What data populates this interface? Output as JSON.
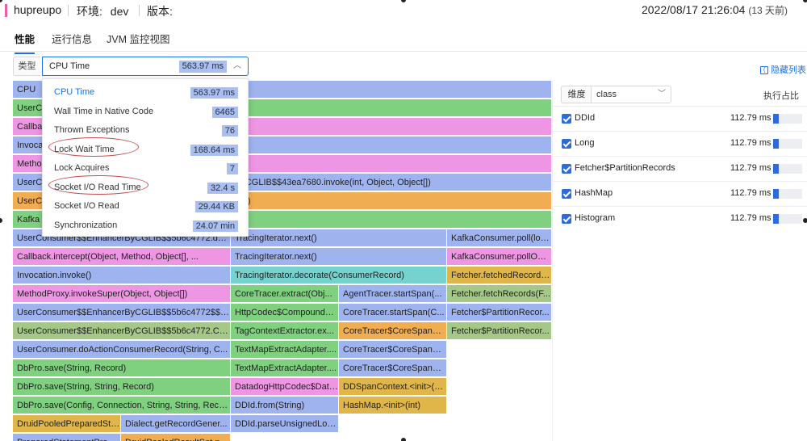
{
  "header": {
    "app_name": "hupreupo",
    "env_label": "环境:",
    "env_value": "dev",
    "version_label": "版本:",
    "timestamp": "2022/08/17 21:26:04",
    "time_ago": "(13 天前)"
  },
  "tabs": [
    {
      "label": "性能",
      "active": true
    },
    {
      "label": "运行信息",
      "active": false
    },
    {
      "label": "JVM 监控视图",
      "active": false
    }
  ],
  "type_filter": {
    "label": "类型",
    "selected": "CPU Time",
    "selected_value": "563.97 ms"
  },
  "hide_list_label": "隐藏列表",
  "dropdown": {
    "options": [
      {
        "label": "CPU Time",
        "value": "563.97 ms",
        "selected": true
      },
      {
        "label": "Wall Time in Native Code",
        "value": "6465"
      },
      {
        "label": "Thrown Exceptions",
        "value": "76"
      },
      {
        "label": "Lock Wait Time",
        "value": "168.64 ms",
        "circled": true
      },
      {
        "label": "Lock Acquires",
        "value": "7"
      },
      {
        "label": "Socket I/O Read Time",
        "value": "32.4 s",
        "circled": true
      },
      {
        "label": "Socket I/O Read",
        "value": "29.44 KB"
      },
      {
        "label": "Synchronization",
        "value": "24.07 min"
      }
    ]
  },
  "colors": {
    "blue": "#9fb3ef",
    "green": "#7fd07f",
    "pink": "#ee95e4",
    "orange": "#f1ad52",
    "teal": "#76d2cf",
    "olive": "#a5c787",
    "yellow": "#e0b64a",
    "accent": "#1a73e8"
  },
  "flame": {
    "frames": [
      {
        "label": "CPU",
        "col": 0,
        "row": 0,
        "span": 2,
        "color": "blue"
      },
      {
        "label": "UserCo",
        "col": 0,
        "row": 1,
        "span": 2,
        "color": "green"
      },
      {
        "label": "Callba",
        "col": 0,
        "row": 2,
        "span": 2,
        "color": "pink"
      },
      {
        "label": "Invoca",
        "col": 0,
        "row": 3,
        "span": 2,
        "color": "blue"
      },
      {
        "label": "Metho",
        "col": 0,
        "row": 4,
        "span": 2,
        "color": "pink"
      },
      {
        "label": "UserCo",
        "col": 0,
        "row": 5,
        "span": 1,
        "color": "blue"
      },
      {
        "label": "ByCGLIB$$43ea7680.invoke(int, Object, Object[])",
        "col": 1,
        "row": 5,
        "span": 1,
        "color": "blue"
      },
      {
        "label": "UserCo",
        "col": 0,
        "row": 6,
        "span": 1,
        "color": "orange"
      },
      {
        "label": "14()",
        "col": 1,
        "row": 6,
        "span": 1,
        "color": "orange"
      },
      {
        "label": "Kafka",
        "col": 0,
        "row": 7,
        "span": 2,
        "color": "green"
      },
      {
        "label": "UserConsumer$$EnhancerByCGLIB$$5b6c4772.doAct...",
        "col": 0,
        "row": 8,
        "span": 1,
        "color": "blue"
      },
      {
        "label": "TracingIterator.next()",
        "col": 1,
        "row": 8,
        "span": 1,
        "color": "blue"
      },
      {
        "label": "KafkaConsumer.poll(long)",
        "col": 3,
        "row": 8,
        "span": 1,
        "color": "blue"
      },
      {
        "label": "Callback.intercept(Object, Method, Object[], ...",
        "col": 0,
        "row": 9,
        "span": 1,
        "color": "pink"
      },
      {
        "label": "TracingIterator.next()",
        "col": 1,
        "row": 9,
        "span": 1,
        "color": "blue"
      },
      {
        "label": "KafkaConsumer.pollOnce...",
        "col": 3,
        "row": 9,
        "span": 1,
        "color": "pink"
      },
      {
        "label": "Invocation.invoke()",
        "col": 0,
        "row": 10,
        "span": 1,
        "color": "blue"
      },
      {
        "label": "TracingIterator.decorate(ConsumerRecord)",
        "col": 1,
        "row": 10,
        "span": 1,
        "color": "teal"
      },
      {
        "label": "Fetcher.fetchedRecords()",
        "col": 3,
        "row": 10,
        "span": 1,
        "color": "yellow"
      },
      {
        "label": "MethodProxy.invokeSuper(Object, Object[])",
        "col": 0,
        "row": 11,
        "span": 1,
        "color": "pink"
      },
      {
        "label": "CoreTracer.extract(Obj...",
        "col": 1,
        "row": 11,
        "span": 1,
        "color": "green"
      },
      {
        "label": "AgentTracer.startSpan(...",
        "col": 2,
        "row": 11,
        "span": 1,
        "color": "blue"
      },
      {
        "label": "Fetcher.fetchRecords(F...",
        "col": 3,
        "row": 11,
        "span": 1,
        "color": "olive"
      },
      {
        "label": "UserConsumer$$EnhancerByCGLIB$$5b6c4772$$Fast...",
        "col": 0,
        "row": 12,
        "span": 1,
        "color": "blue"
      },
      {
        "label": "HttpCodec$CompoundExt...",
        "col": 1,
        "row": 12,
        "span": 1,
        "color": "green"
      },
      {
        "label": "CoreTracer.startSpan(C...",
        "col": 2,
        "row": 12,
        "span": 1,
        "color": "blue"
      },
      {
        "label": "Fetcher$PartitionRecor...",
        "col": 3,
        "row": 12,
        "span": 1,
        "color": "blue"
      },
      {
        "label": "UserConsumer$$EnhancerByCGLIB$$5b6c4772.CGLI...",
        "col": 0,
        "row": 13,
        "span": 1,
        "color": "olive"
      },
      {
        "label": "TagContextExtractor.ex...",
        "col": 1,
        "row": 13,
        "span": 1,
        "color": "green"
      },
      {
        "label": "CoreTracer$CoreSpanBui...",
        "col": 2,
        "row": 13,
        "span": 1,
        "color": "orange"
      },
      {
        "label": "Fetcher$PartitionRecor...",
        "col": 3,
        "row": 13,
        "span": 1,
        "color": "olive"
      },
      {
        "label": "UserConsumer.doActionConsumerRecord(String, C...",
        "col": 0,
        "row": 14,
        "span": 1,
        "color": "blue"
      },
      {
        "label": "TextMapExtractAdapter....",
        "col": 1,
        "row": 14,
        "span": 1,
        "color": "green"
      },
      {
        "label": "CoreTracer$CoreSpanBui...",
        "col": 2,
        "row": 14,
        "span": 1,
        "color": "blue"
      },
      {
        "label": "DbPro.save(String, Record)",
        "col": 0,
        "row": 15,
        "span": 1,
        "color": "green"
      },
      {
        "label": "TextMapExtractAdapter....",
        "col": 1,
        "row": 15,
        "span": 1,
        "color": "green"
      },
      {
        "label": "CoreTracer$CoreSpanBui...",
        "col": 2,
        "row": 15,
        "span": 1,
        "color": "blue"
      },
      {
        "label": "DbPro.save(String, String, Record)",
        "col": 0,
        "row": 16,
        "span": 1,
        "color": "green"
      },
      {
        "label": "DatadogHttpCodec$Datad...",
        "col": 1,
        "row": 16,
        "span": 1,
        "color": "pink"
      },
      {
        "label": "DDSpanContext.<init>(D...",
        "col": 2,
        "row": 16,
        "span": 1,
        "color": "yellow"
      },
      {
        "label": "DbPro.save(Config, Connection, String, String, Record)",
        "col": 0,
        "row": 17,
        "span": 1,
        "color": "green"
      },
      {
        "label": "DDId.from(String)",
        "col": 1,
        "row": 17,
        "span": 1,
        "color": "blue"
      },
      {
        "label": "HashMap.<init>(int)",
        "col": 2,
        "row": 17,
        "span": 1,
        "color": "yellow"
      },
      {
        "label": "DruidPooledPreparedSta...",
        "col": 4,
        "row": 18,
        "span": 1,
        "color": "yellow"
      },
      {
        "label": "Dialect.getRecordGener...",
        "col": 5,
        "row": 18,
        "span": 1,
        "color": "blue"
      },
      {
        "label": "DDId.parseUnsignedLong...",
        "col": 1,
        "row": 18,
        "span": 1,
        "color": "blue"
      },
      {
        "label": "PreparedStatementProxy...",
        "col": 4,
        "row": 19,
        "span": 1,
        "color": "blue"
      },
      {
        "label": "DruidPooledResultSet.n...",
        "col": 5,
        "row": 19,
        "span": 1,
        "color": "orange"
      }
    ]
  },
  "panel": {
    "dimension_label": "维度",
    "dimension_value": "class",
    "ratio_header": "执行占比",
    "rows": [
      {
        "name": "DDId",
        "time": "112.79 ms",
        "ratio": 0.2
      },
      {
        "name": "Long",
        "time": "112.79 ms",
        "ratio": 0.2
      },
      {
        "name": "Fetcher$PartitionRecords",
        "time": "112.79 ms",
        "ratio": 0.2
      },
      {
        "name": "HashMap",
        "time": "112.79 ms",
        "ratio": 0.2
      },
      {
        "name": "Histogram",
        "time": "112.79 ms",
        "ratio": 0.2
      }
    ]
  }
}
